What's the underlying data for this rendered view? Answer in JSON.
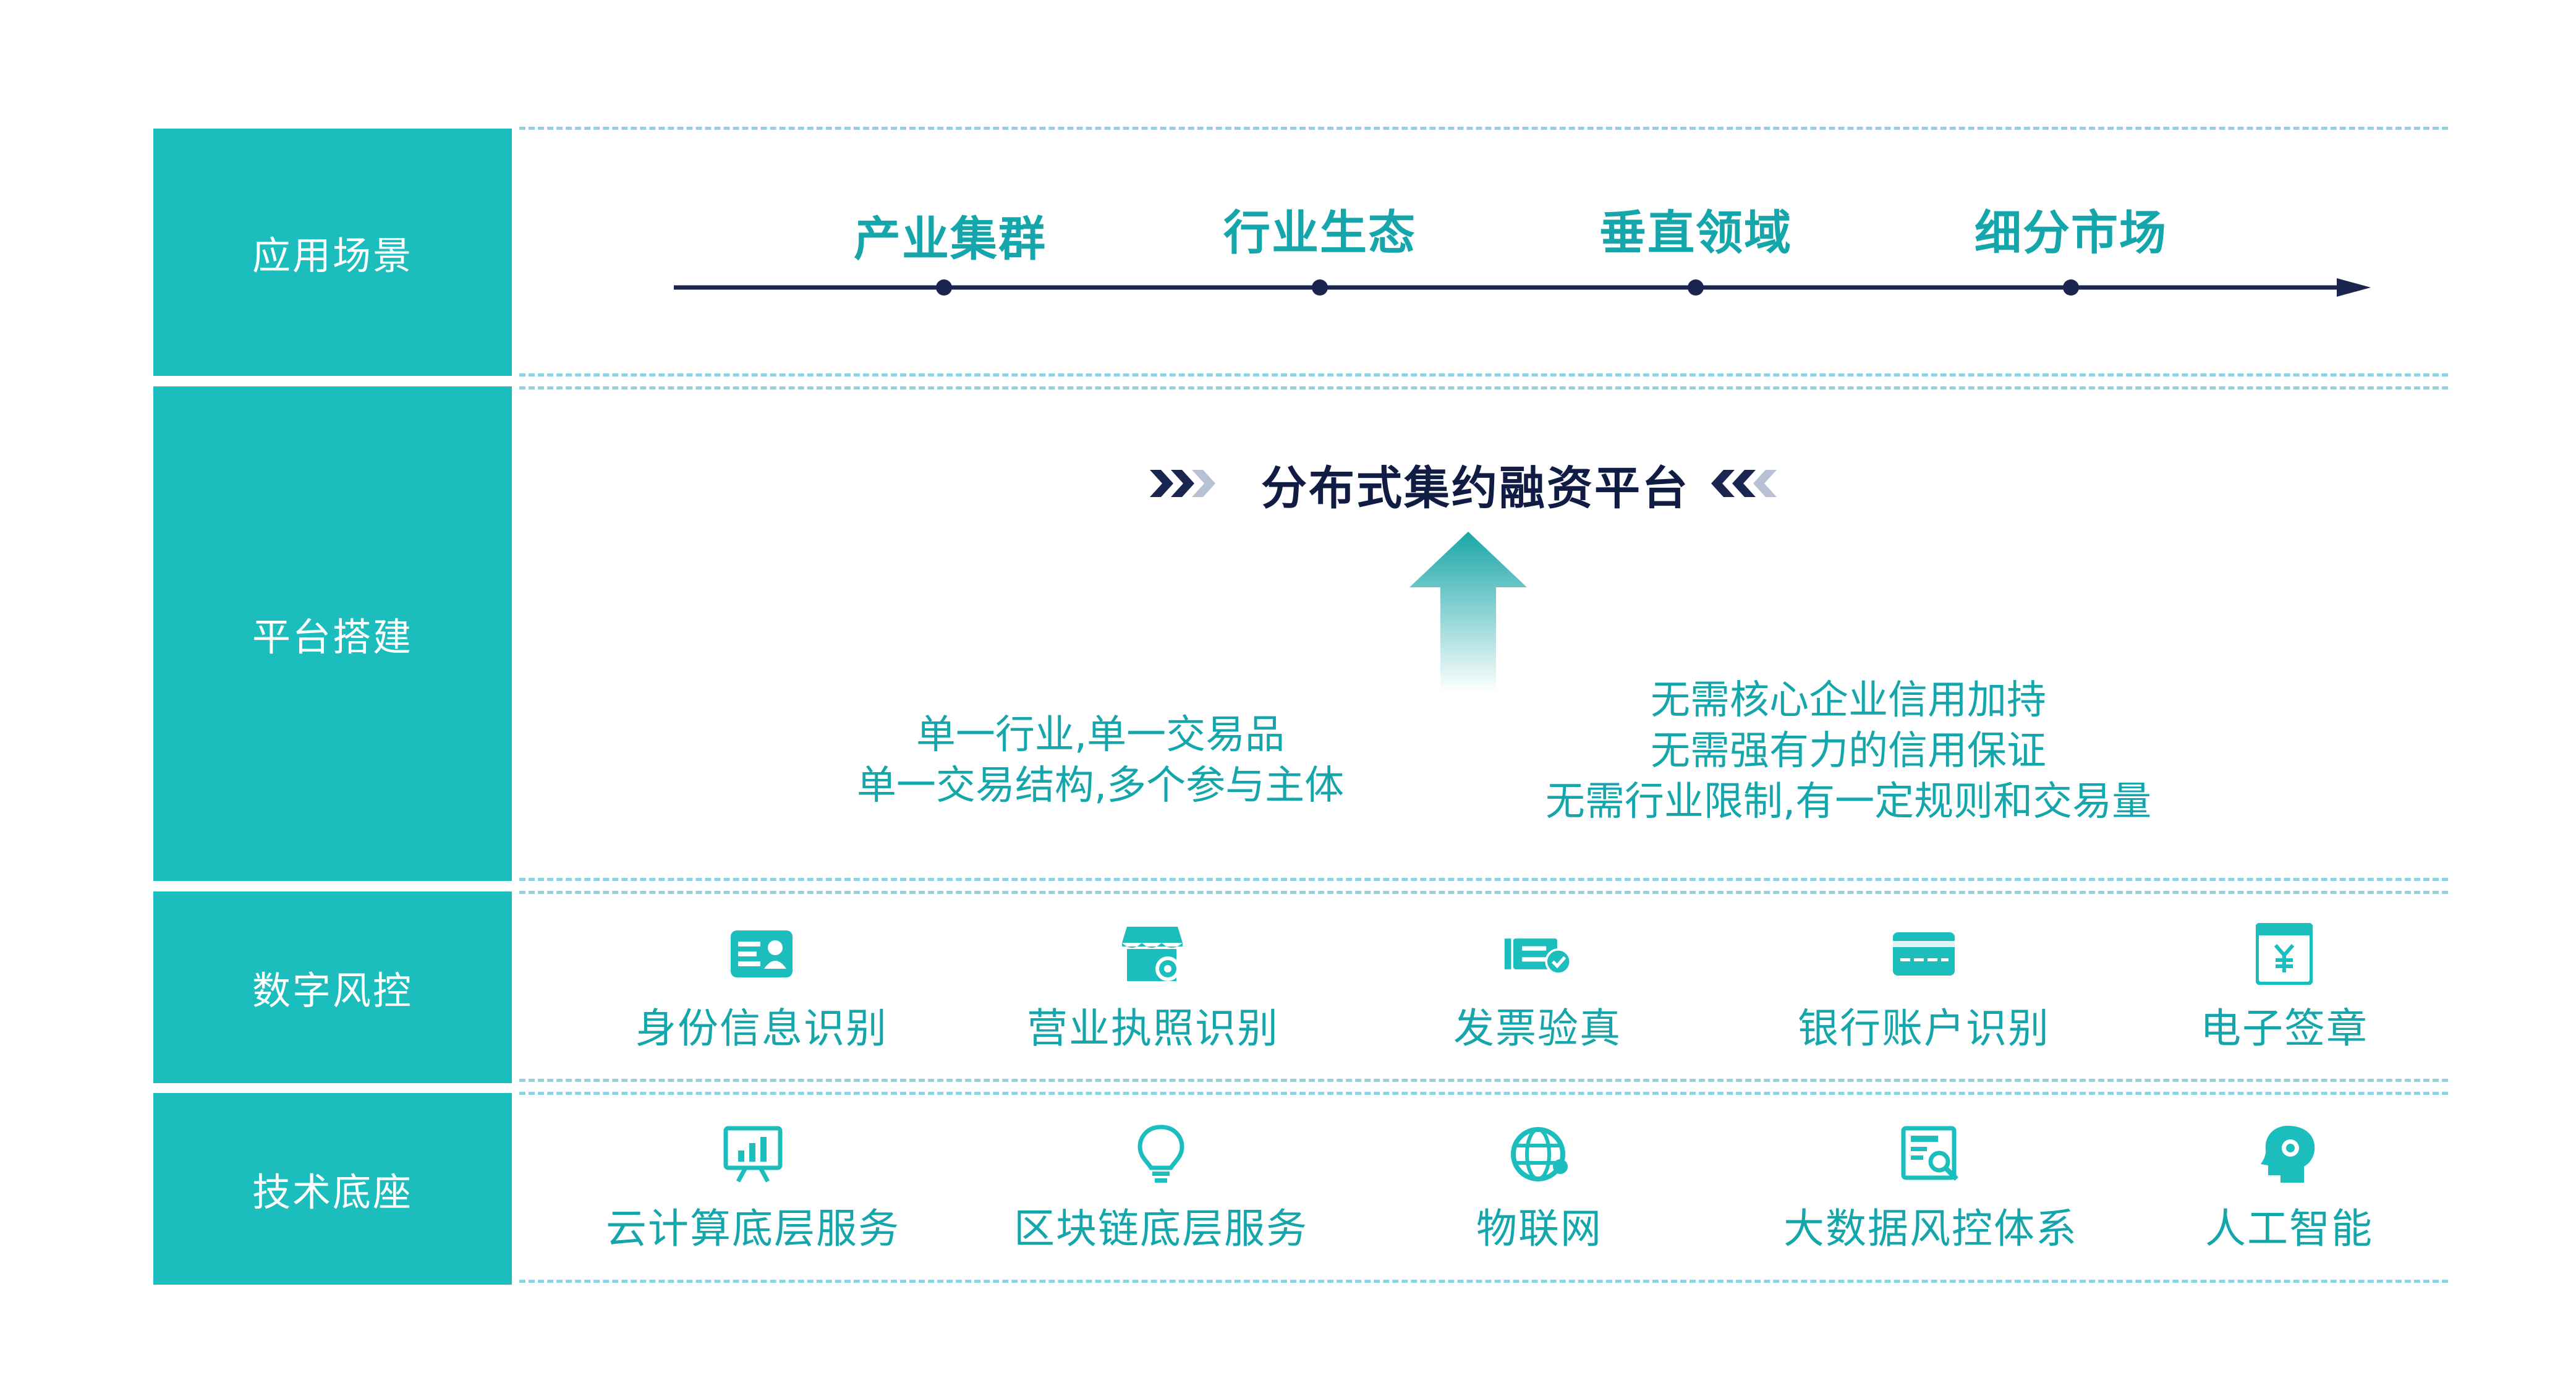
{
  "rows": [
    {
      "label": "应用场景"
    },
    {
      "label": "平台搭建"
    },
    {
      "label": "数字风控"
    },
    {
      "label": "技术底座"
    }
  ],
  "scenarios": [
    "产业集群",
    "行业生态",
    "垂直领域",
    "细分市场"
  ],
  "platform": {
    "title": "分布式集约融资平台",
    "left_lines": [
      "单一行业,单一交易品",
      "单一交易结构,多个参与主体"
    ],
    "right_lines": [
      "无需核心企业信用加持",
      "无需强有力的信用保证",
      "无需行业限制,有一定规则和交易量"
    ]
  },
  "risk_control": [
    {
      "label": "身份信息识别",
      "icon": "id-card-icon"
    },
    {
      "label": "营业执照识别",
      "icon": "store-gear-icon"
    },
    {
      "label": "发票验真",
      "icon": "invoice-check-icon"
    },
    {
      "label": "银行账户识别",
      "icon": "bank-card-icon"
    },
    {
      "label": "电子签章",
      "icon": "seal-icon"
    }
  ],
  "tech_base": [
    {
      "label": "云计算底层服务",
      "icon": "cloud-chart-icon"
    },
    {
      "label": "区块链底层服务",
      "icon": "lightbulb-icon"
    },
    {
      "label": "物联网",
      "icon": "globe-network-icon"
    },
    {
      "label": "大数据风控体系",
      "icon": "data-search-icon"
    },
    {
      "label": "人工智能",
      "icon": "ai-head-icon"
    }
  ],
  "colors": {
    "teal": "#1bbdbd",
    "text_teal": "#15a6ab",
    "navy": "#1a2550",
    "dash": "#8ed3e3"
  }
}
